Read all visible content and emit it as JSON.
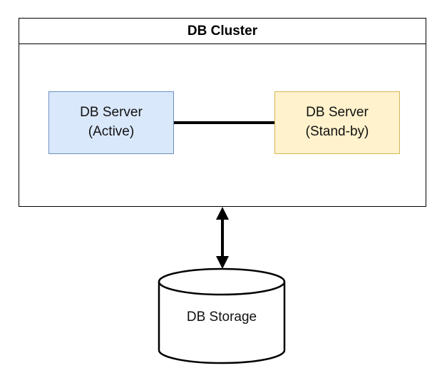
{
  "cluster": {
    "title": "DB Cluster"
  },
  "servers": [
    {
      "line1": "DB Server",
      "line2": "(Active)",
      "fill": "#dae8fc",
      "stroke": "#6c8ebf"
    },
    {
      "line1": "DB Server",
      "line2": "(Stand-by)",
      "fill": "#fff2cc",
      "stroke": "#d6b656"
    }
  ],
  "storage": {
    "label": "DB Storage"
  },
  "connections": [
    {
      "from": "DB Server (Active)",
      "to": "DB Server (Stand-by)",
      "style": "line"
    },
    {
      "from": "DB Cluster",
      "to": "DB Storage",
      "style": "bidirectional-arrow"
    }
  ]
}
